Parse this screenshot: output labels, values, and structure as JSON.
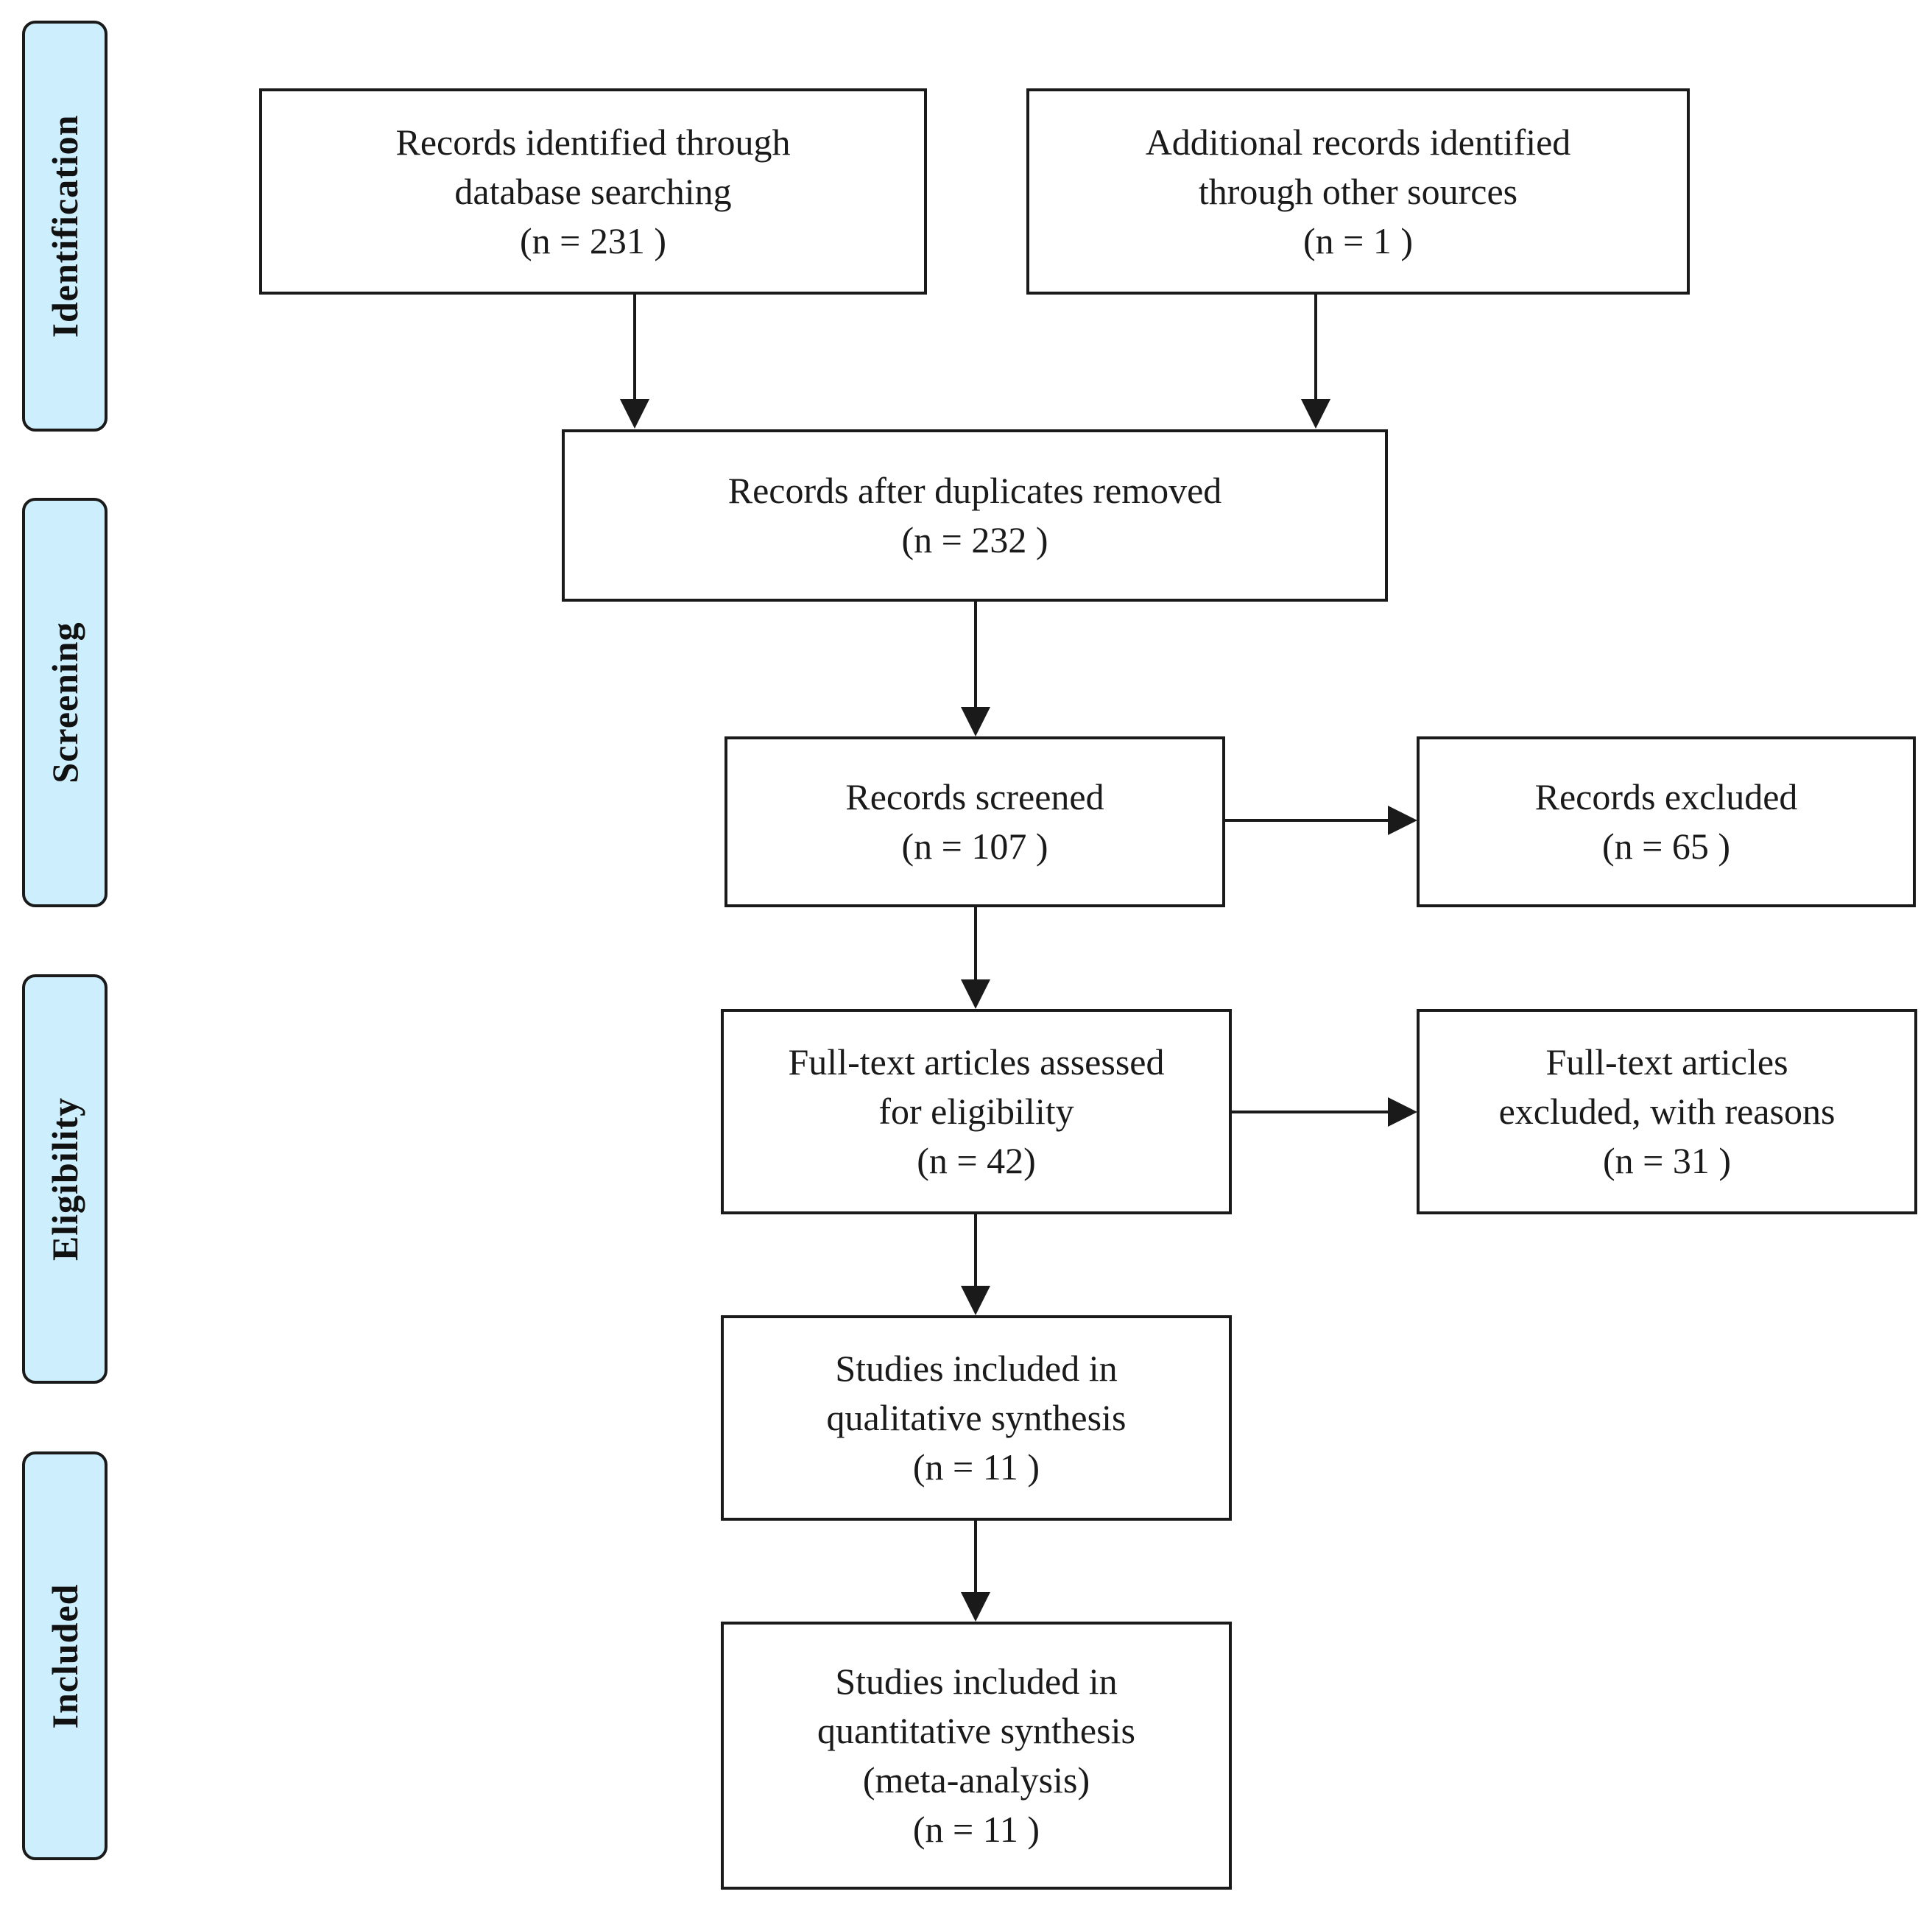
{
  "phases": {
    "identification": "Identification",
    "screening": "Screening",
    "eligibility": "Eligibility",
    "included": "Included"
  },
  "boxes": {
    "database": {
      "line1": "Records identified through",
      "line2": "database searching",
      "line3": "(n =  231 )"
    },
    "other_sources": {
      "line1": "Additional records identified",
      "line2": "through other sources",
      "line3": "(n =  1 )"
    },
    "duplicates_removed": {
      "line1": "Records after duplicates removed",
      "line2": "(n =  232 )"
    },
    "screened": {
      "line1": "Records screened",
      "line2": "(n =  107 )"
    },
    "excluded": {
      "line1": "Records excluded",
      "line2": "(n =  65 )"
    },
    "full_text": {
      "line1": "Full-text articles assessed",
      "line2": "for eligibility",
      "line3": "(n =   42)"
    },
    "full_text_excluded": {
      "line1": "Full-text articles",
      "line2": "excluded, with reasons",
      "line3": "(n =  31 )"
    },
    "qualitative": {
      "line1": "Studies included in",
      "line2": "qualitative synthesis",
      "line3": "(n =  11 )"
    },
    "quantitative": {
      "line1": "Studies included in",
      "line2": "quantitative synthesis",
      "line3": "(meta-analysis)",
      "line4": "(n =  11 )"
    }
  },
  "colors": {
    "phase_fill": "#cdeffd",
    "stroke": "#1a1a1a"
  }
}
